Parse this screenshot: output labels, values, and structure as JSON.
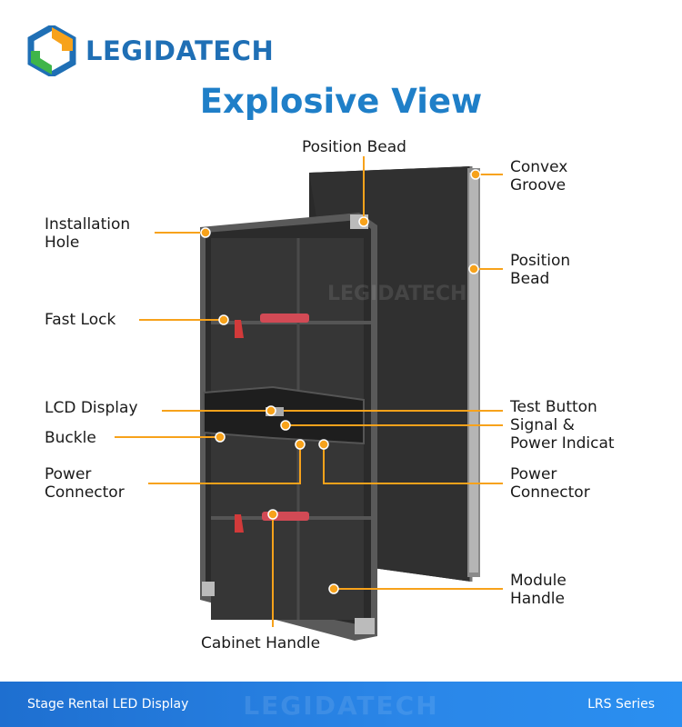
{
  "brand": {
    "name": "LEGIDATECH",
    "logo_icon": "hexagon-logo-icon"
  },
  "title": "Explosive View",
  "watermark": "LEGIDATECH",
  "colors": {
    "accent": "#f7a21b",
    "title_blue": "#1f7fc8",
    "footer_blue": "#2a86e8"
  },
  "labels": {
    "position_bead_top": "Position Bead",
    "convex_groove": "Convex\nGroove",
    "installation_hole": "Installation\nHole",
    "position_bead_right": "Position\nBead",
    "fast_lock": "Fast Lock",
    "lcd_display": "LCD Display",
    "test_button": "Test Button",
    "signal_power": "Signal &\nPower Indicat",
    "buckle": "Buckle",
    "power_connector_left": "Power\nConnector",
    "power_connector_right": "Power\nConnector",
    "module_handle": "Module\nHandle",
    "cabinet_handle": "Cabinet Handle"
  },
  "footer": {
    "left": "Stage Rental LED Display",
    "right": "LRS Series"
  }
}
